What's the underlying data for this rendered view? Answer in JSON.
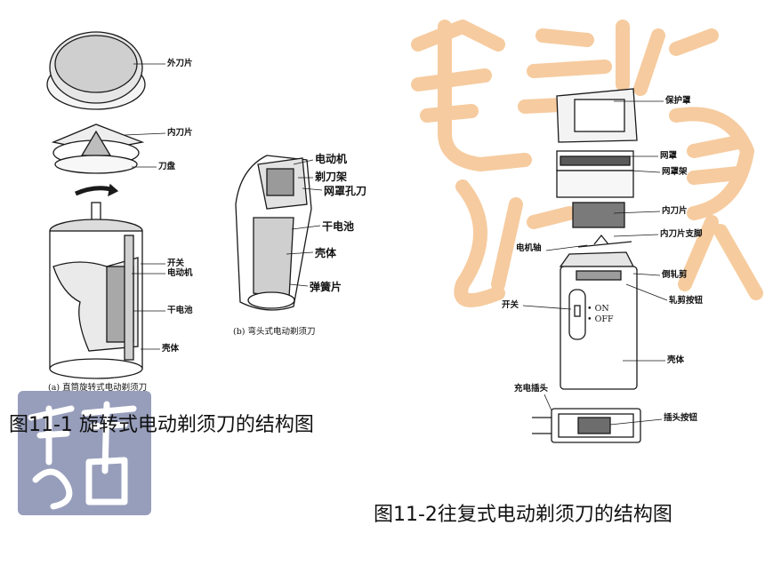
{
  "colors": {
    "seal_orange": "#f6c99a",
    "seal_blue": "#8c93b4",
    "ink": "#1a1a1a"
  },
  "figure1": {
    "caption": "图11-1 旋转式电动剃须刀的结构图",
    "sub_a": "(a) 直筒旋转式电动剃须刀",
    "sub_b": "(b) 弯头式电动剃须刀",
    "labels_a": {
      "outer_blade": "外刀片",
      "inner_blade": "内刀片",
      "blade_disc": "刀盘",
      "switch": "开关",
      "motor": "电动机",
      "battery": "干电池",
      "shell": "壳体"
    },
    "labels_b": {
      "motor": "电动机",
      "blade_holder": "剃刀架",
      "mesh_hole_blade": "网罩孔刀",
      "battery": "干电池",
      "shell": "壳体",
      "spring_plate": "弹簧片"
    }
  },
  "figure2": {
    "caption": "图11-2往复式电动剃须刀的结构图",
    "labels": {
      "cover": "保护罩",
      "mesh": "网罩",
      "mesh_frame": "网罩架",
      "inner_blade": "内刀片",
      "inner_blade_bracket": "内刀片支脚",
      "motor_shaft": "电机轴",
      "trimmer": "倒轧剪",
      "trim_button": "轧剪按钮",
      "switch": "开关",
      "shell": "壳体",
      "charge_plug": "充电插头",
      "plug_button": "插头按钮"
    },
    "on_label": "• ON",
    "off_label": "• OFF"
  }
}
